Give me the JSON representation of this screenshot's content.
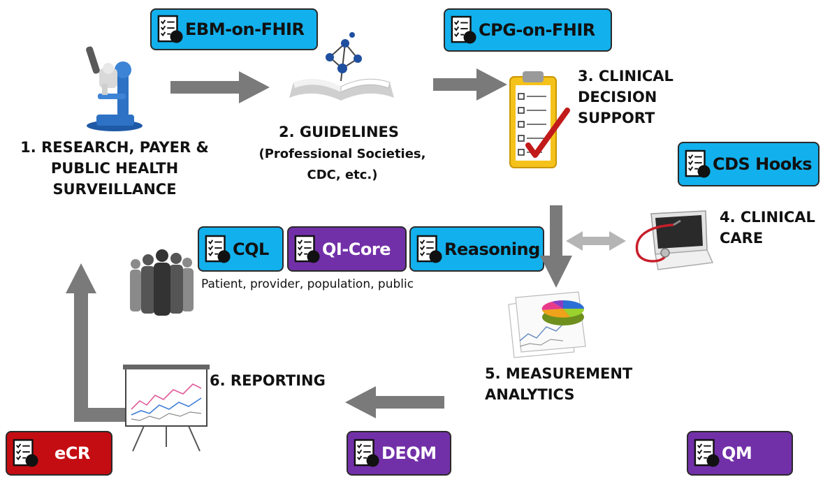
{
  "badges": {
    "ebm": "EBM-on-FHIR",
    "cpg": "CPG-on-FHIR",
    "cds_hooks": "CDS Hooks",
    "cql": "CQL",
    "qi_core": "QI-Core",
    "reasoning": "Reasoning",
    "ecr": "eCR",
    "deqm": "DEQM",
    "qm": "QM"
  },
  "steps": {
    "step1": [
      "1. RESEARCH, PAYER &",
      "PUBLIC HEALTH",
      "SURVEILLANCE"
    ],
    "step2_title": "2. GUIDELINES",
    "step2_sub": [
      "(Professional Societies,",
      "CDC, etc.)"
    ],
    "step3": [
      "3. CLINICAL",
      "DECISION",
      "SUPPORT"
    ],
    "step4": [
      "4. CLINICAL",
      "CARE"
    ],
    "step5": [
      "5. MEASUREMENT",
      "ANALYTICS"
    ],
    "step6": "6. REPORTING"
  },
  "population_note": "Patient, provider, population, public",
  "icons": {
    "badge": "checklist-icon",
    "step1": "microscope-icon",
    "step2": "open-book-molecule-icon",
    "step3": "clipboard-checklist-icon",
    "step4": "laptop-stethoscope-icon",
    "population": "people-silhouette-icon",
    "step5": "pie-chart-reports-icon",
    "step6": "presentation-chart-icon"
  },
  "colors": {
    "fhir_blue": "#12b0ec",
    "purple": "#7230a8",
    "red": "#c40d12",
    "arrow_gray": "#7a7a7a"
  }
}
